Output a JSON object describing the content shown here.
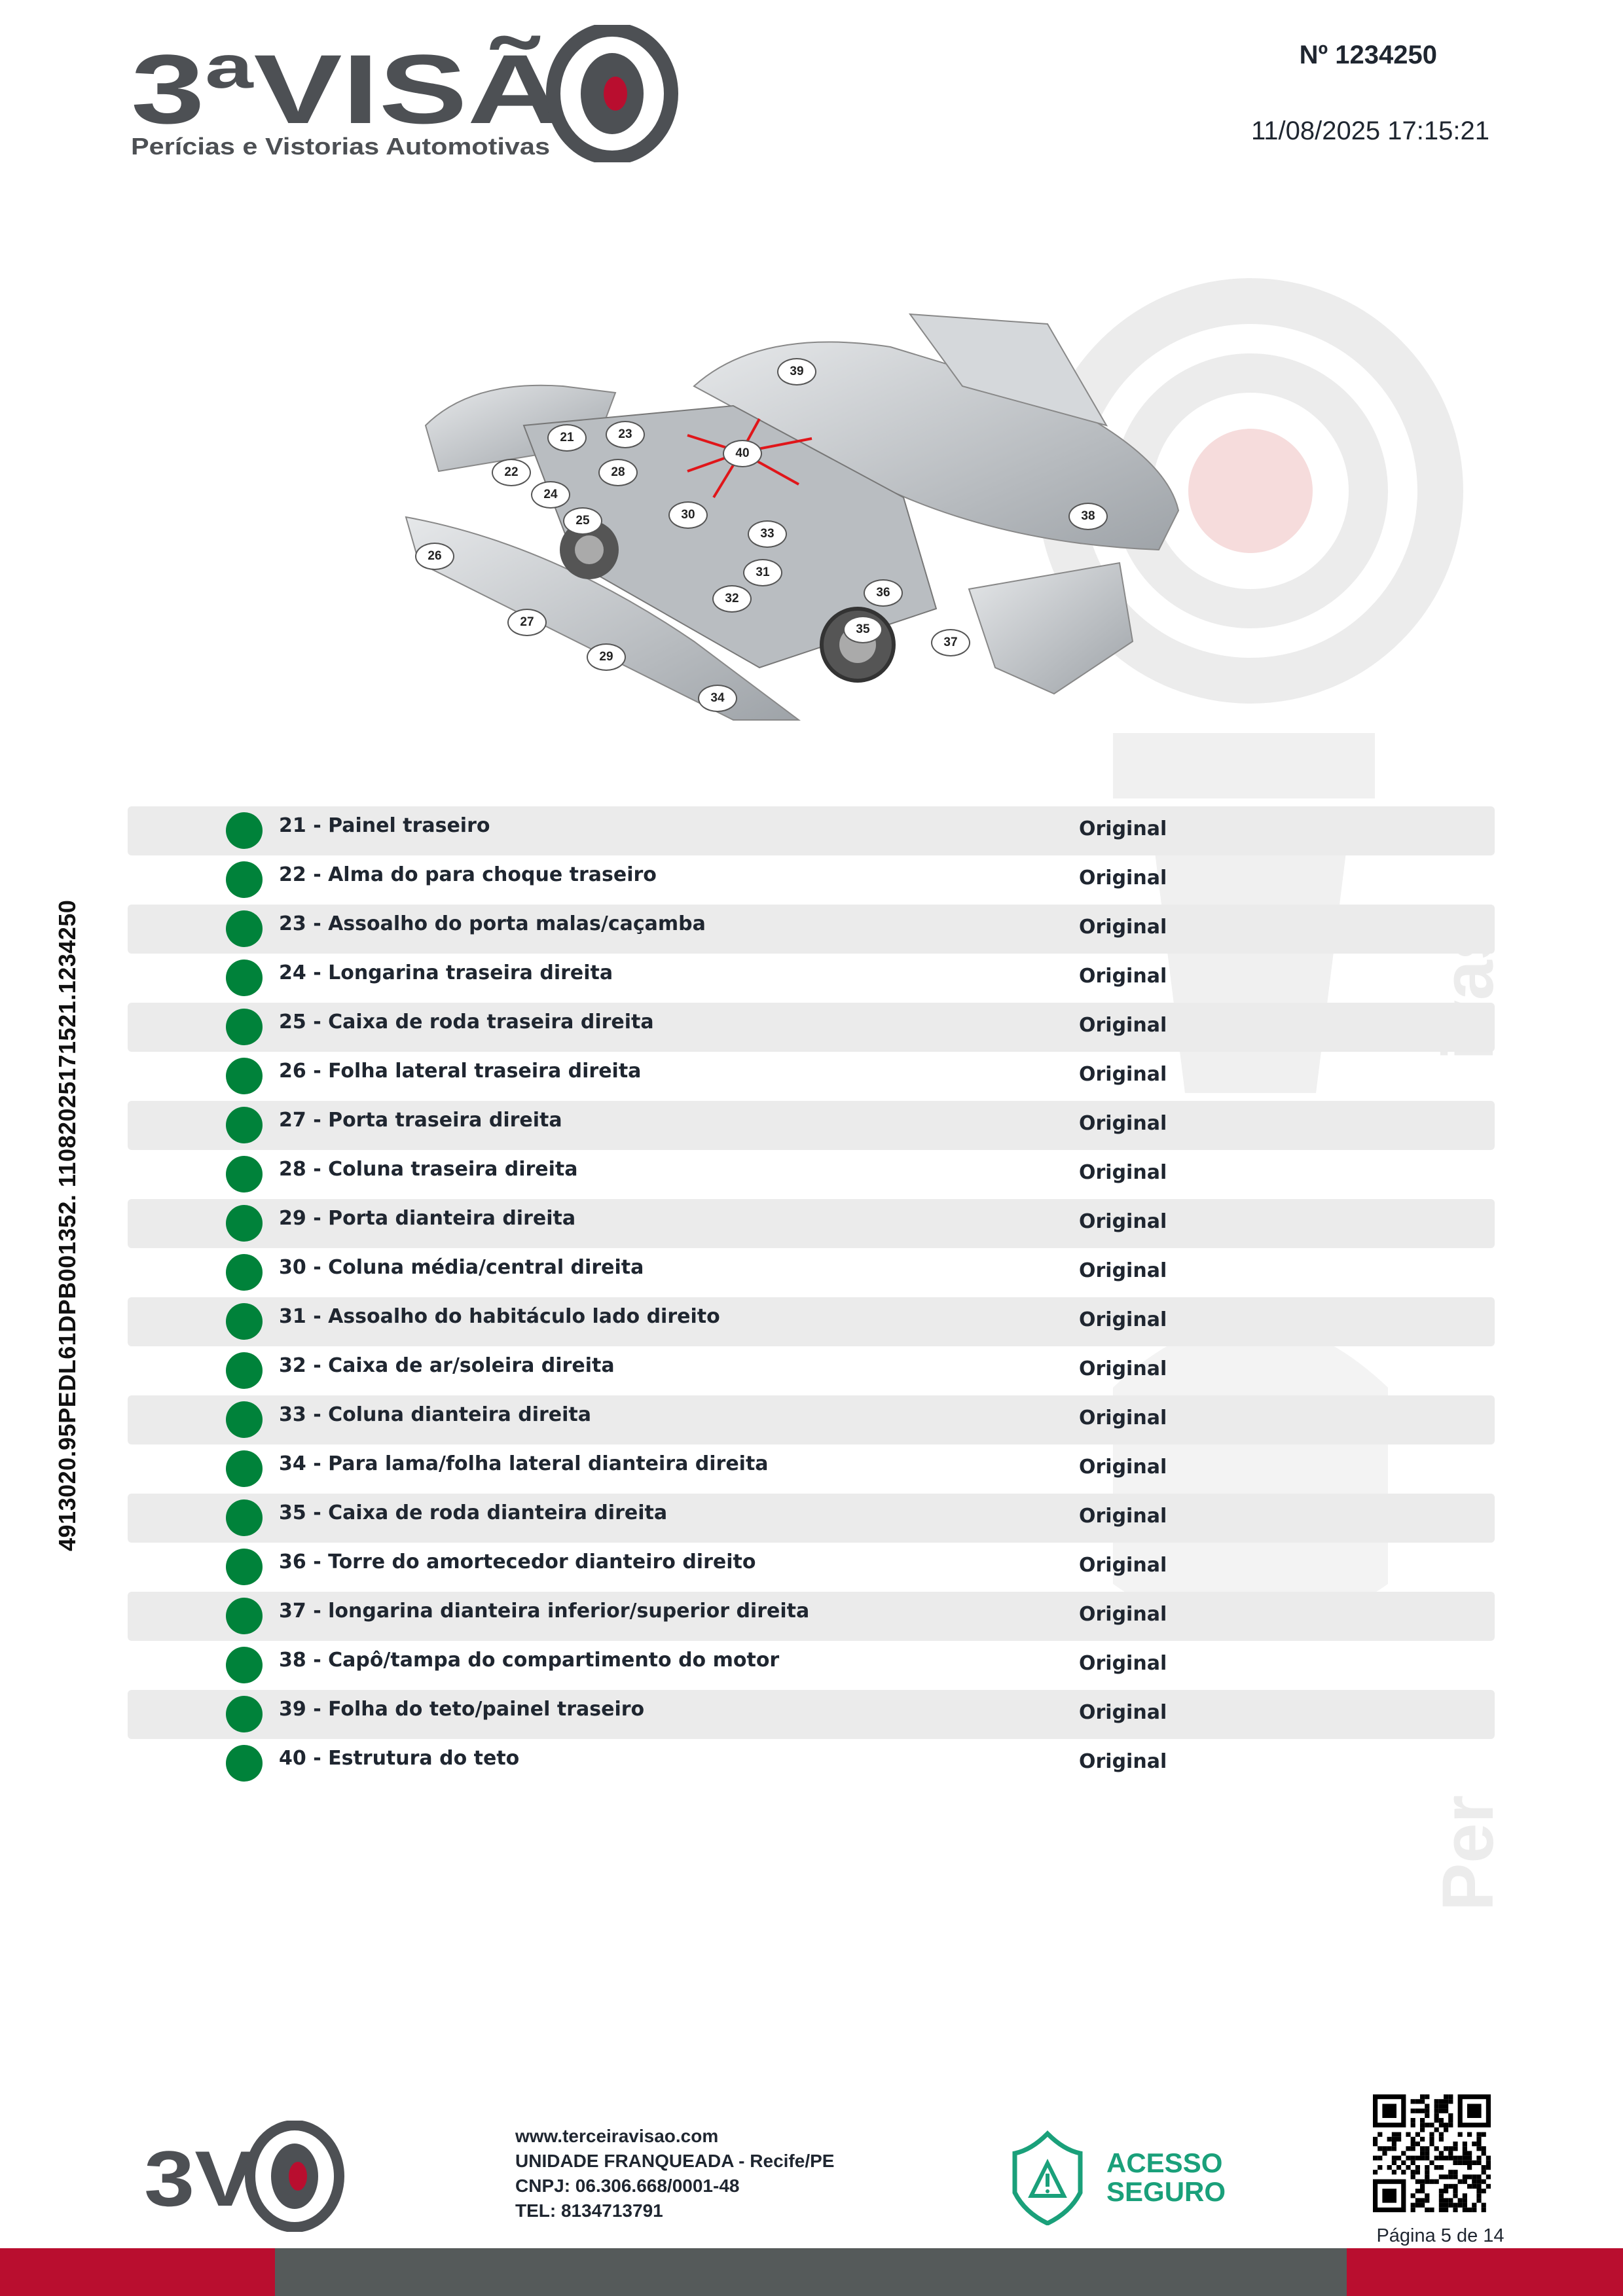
{
  "header": {
    "logo_text": "3ªVISÃO",
    "logo_tagline": "Perícias e Vistorias Automotivas",
    "document_number": "Nº 1234250",
    "datetime": "11/08/2025 17:15:21"
  },
  "side_code": "4913020.95PEDL61DPB001352. 11082025171521.1234250",
  "diagram": {
    "callouts": [
      "39",
      "21",
      "23",
      "40",
      "22",
      "28",
      "24",
      "25",
      "30",
      "33",
      "38",
      "26",
      "31",
      "32",
      "36",
      "27",
      "35",
      "37",
      "29",
      "34"
    ]
  },
  "watermark_text": "Perícias e Vistorias Automotivas",
  "items": [
    {
      "label": "21 - Painel traseiro",
      "status": "Original"
    },
    {
      "label": "22 - Alma do para choque traseiro",
      "status": "Original"
    },
    {
      "label": "23 - Assoalho do porta malas/caçamba",
      "status": "Original"
    },
    {
      "label": "24 - Longarina traseira direita",
      "status": "Original"
    },
    {
      "label": "25 - Caixa de roda traseira direita",
      "status": "Original"
    },
    {
      "label": "26 - Folha lateral traseira direita",
      "status": "Original"
    },
    {
      "label": "27 - Porta traseira direita",
      "status": "Original"
    },
    {
      "label": "28 - Coluna traseira direita",
      "status": "Original"
    },
    {
      "label": "29 - Porta dianteira direita",
      "status": "Original"
    },
    {
      "label": "30 - Coluna média/central direita",
      "status": "Original"
    },
    {
      "label": "31 - Assoalho do habitáculo lado direito",
      "status": "Original"
    },
    {
      "label": "32 - Caixa de ar/soleira direita",
      "status": "Original"
    },
    {
      "label": "33 - Coluna dianteira direita",
      "status": "Original"
    },
    {
      "label": "34 - Para lama/folha lateral dianteira direita",
      "status": "Original"
    },
    {
      "label": "35 - Caixa de roda dianteira direita",
      "status": "Original"
    },
    {
      "label": "36 - Torre do amortecedor dianteiro direito",
      "status": "Original"
    },
    {
      "label": "37 - longarina dianteira inferior/superior direita",
      "status": "Original"
    },
    {
      "label": "38 - Capô/tampa do compartimento do motor",
      "status": "Original"
    },
    {
      "label": "39 - Folha do teto/painel traseiro",
      "status": "Original"
    },
    {
      "label": "40 - Estrutura do teto",
      "status": "Original"
    }
  ],
  "status_color": "#00823a",
  "footer": {
    "logo_text": "3VO",
    "website": "www.terceiravisao.com",
    "unit": "UNIDADE FRANQUEADA - Recife/PE",
    "cnpj": "CNPJ: 06.306.668/0001-48",
    "tel": "TEL: 8134713791",
    "secure_line1": "ACESSO",
    "secure_line2": "SEGURO",
    "page": "Página 5 de 14"
  },
  "colors": {
    "brand_red": "#b90e2f",
    "brand_gray": "#555a5a",
    "secure_green": "#1aa07a"
  }
}
